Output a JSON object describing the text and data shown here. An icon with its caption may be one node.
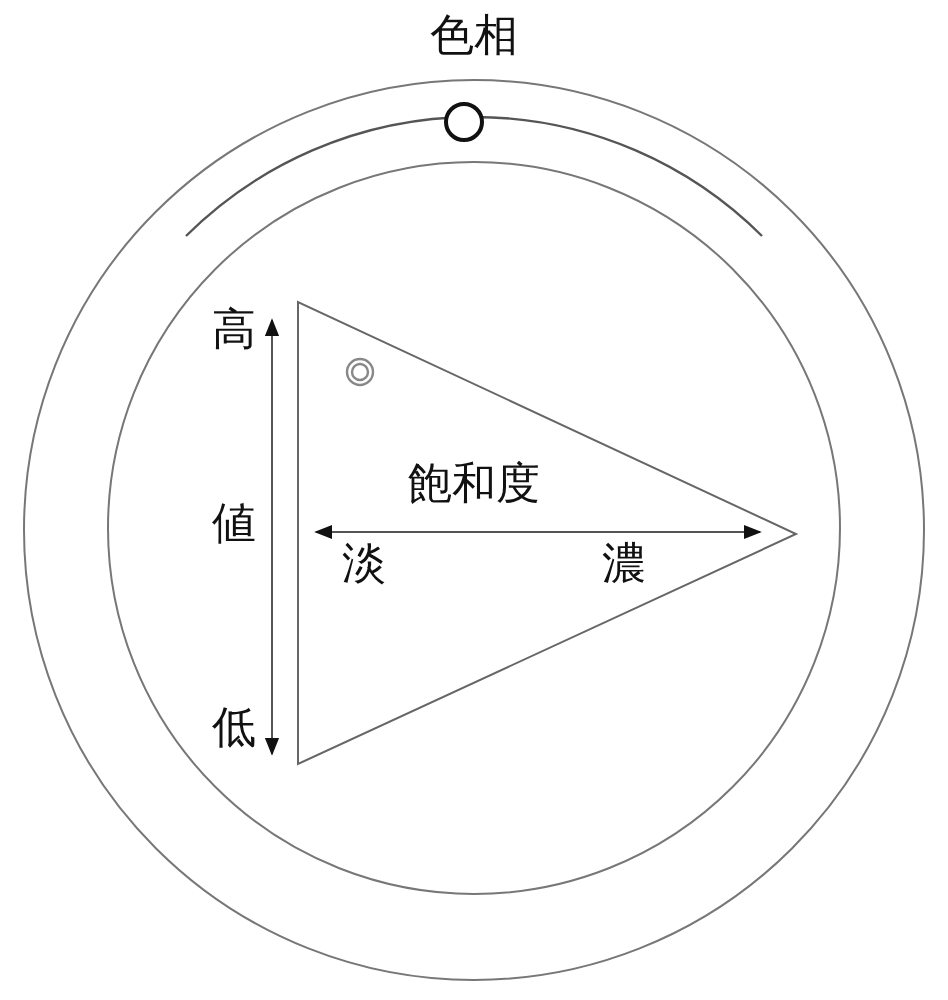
{
  "diagram": {
    "labels": [
      "色相",
      "高",
      "値",
      "低",
      "飽和度",
      "淡",
      "濃"
    ]
  }
}
